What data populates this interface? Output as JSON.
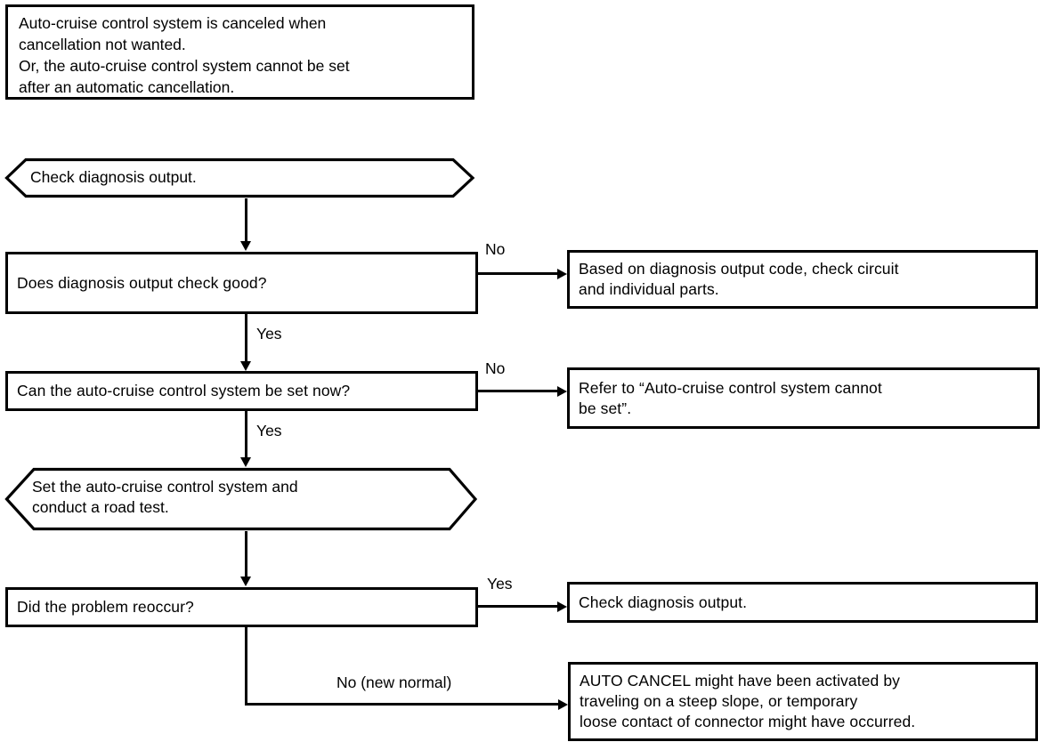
{
  "diagram": {
    "type": "flowchart",
    "title_note": {
      "text": "Auto-cruise control system is canceled when\ncancellation not wanted.\nOr, the auto-cruise control system cannot be set\nafter an automatic cancellation."
    },
    "nodes": [
      {
        "id": "check-diagnosis-output-start",
        "shape": "hexagon",
        "text": "Check diagnosis output."
      },
      {
        "id": "does-diagnosis-output-check-good",
        "shape": "rectangle",
        "text": "Does diagnosis output check good?"
      },
      {
        "id": "based-on-diagnosis-output-code",
        "shape": "rectangle",
        "text": "Based on diagnosis output code, check circuit\nand individual parts."
      },
      {
        "id": "can-system-be-set-now",
        "shape": "rectangle",
        "text": "Can the auto-cruise control system be set now?"
      },
      {
        "id": "refer-to-cannot-be-set",
        "shape": "rectangle",
        "text": "Refer to “Auto-cruise control system cannot\nbe set”."
      },
      {
        "id": "set-system-and-road-test",
        "shape": "hexagon",
        "text": "Set the auto-cruise control system and\nconduct a road test."
      },
      {
        "id": "did-the-problem-reoccur",
        "shape": "rectangle",
        "text": "Did the problem reoccur?"
      },
      {
        "id": "check-diagnosis-output-again",
        "shape": "rectangle",
        "text": "Check diagnosis output."
      },
      {
        "id": "auto-cancel-explanation",
        "shape": "rectangle",
        "text": "AUTO CANCEL might have been activated by\ntraveling on a steep slope, or temporary\nloose contact of connector might have occurred."
      }
    ],
    "edge_labels": {
      "no_1": "No",
      "yes_1": "Yes",
      "no_2": "No",
      "yes_2": "Yes",
      "yes_3": "Yes",
      "no_new_normal": "No (new normal)"
    },
    "colors": {
      "stroke": "#000000",
      "background": "#ffffff",
      "text": "#000000"
    }
  }
}
